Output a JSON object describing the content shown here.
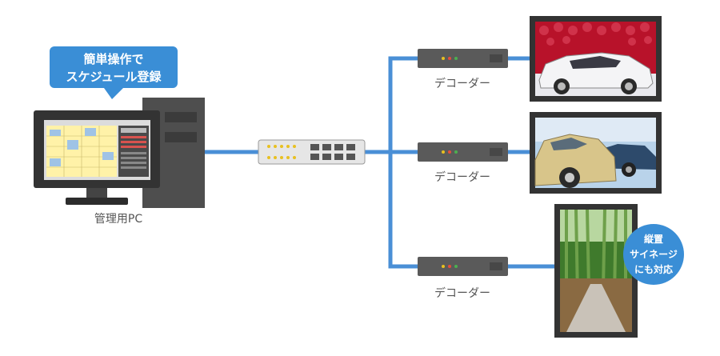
{
  "callout": {
    "line1": "簡単操作で",
    "line2": "スケジュール登録",
    "color": "#3a8ed6"
  },
  "pc": {
    "label": "管理用PC"
  },
  "decoders": [
    {
      "label": "デコーダー"
    },
    {
      "label": "デコーダー"
    },
    {
      "label": "デコーダー"
    }
  ],
  "vertical_badge": {
    "line1": "縦置",
    "line2": "サイネージ",
    "line3": "にも対応",
    "color": "#3a8ed6"
  },
  "colors": {
    "cable": "#4a8fd6",
    "device": "#5a5a5a",
    "frame": "#333333"
  }
}
